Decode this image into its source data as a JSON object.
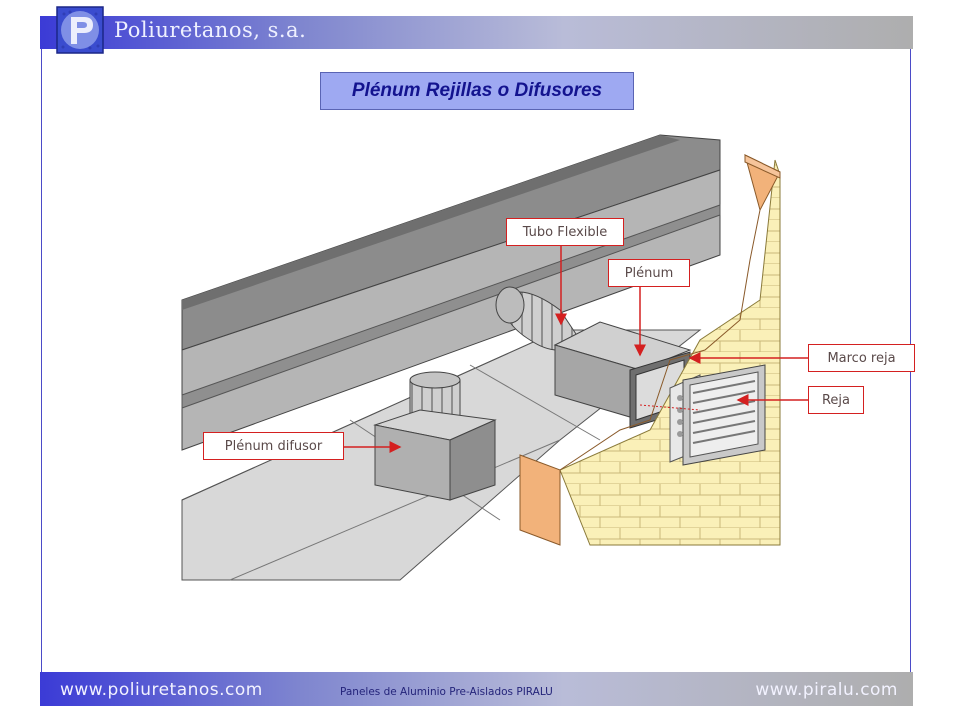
{
  "header": {
    "company": "Poliuretanos, s.a.",
    "logo_icon": "piralu-logo-icon"
  },
  "slide": {
    "title": "Plénum Rejillas o Difusores"
  },
  "diagram": {
    "labels": {
      "tubo_flexible": "Tubo Flexible",
      "plenum": "Plénum",
      "marco_reja": "Marco reja",
      "reja": "Reja",
      "plenum_difusor": "Plénum difusor"
    },
    "colors": {
      "callout": "#d42020",
      "brick": "#f2b27a",
      "wall": "#faf0b8",
      "ceiling": "#a9a9a9",
      "floor": "#d8d8d8"
    }
  },
  "footer": {
    "url_left": "www.poliuretanos.com",
    "middle": "Paneles de Aluminio Pre-Aislados PIRALU",
    "url_right": "www.piralu.com"
  }
}
